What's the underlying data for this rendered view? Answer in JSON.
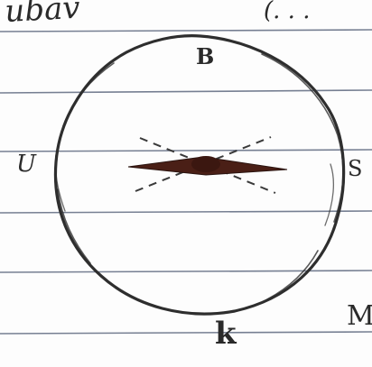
{
  "compass": {
    "north_label": "B",
    "south_label": "k",
    "east_label": "S",
    "west_label": "U"
  },
  "page_fragments": {
    "top_left_scrawl": "ubav",
    "top_right_scrawl": "(. . .",
    "bottom_right_letter": "M"
  },
  "colors": {
    "paper": "#fdfdfd",
    "rule_line": "#5f6a80",
    "ink": "#2e2e2e",
    "needle": "#4a1f16"
  }
}
